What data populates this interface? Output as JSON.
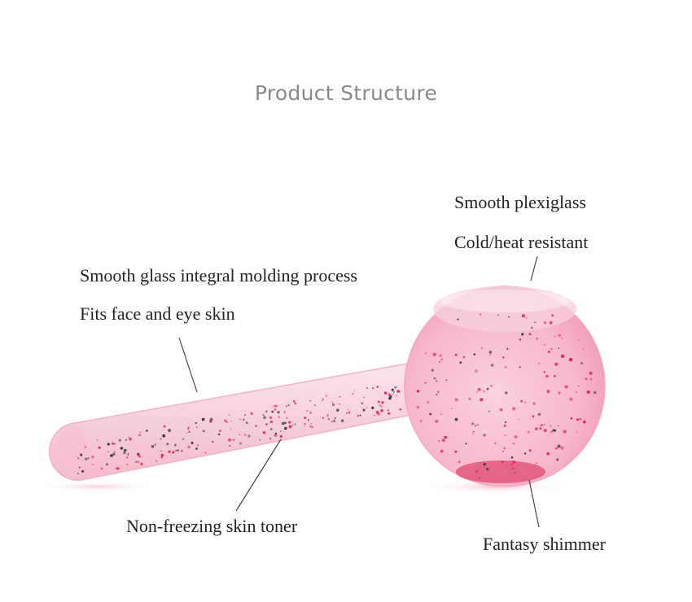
{
  "title": "Product Structure",
  "labels": {
    "smooth_plexiglass": "Smooth plexiglass",
    "cold_heat_resistant": "Cold/heat resistant",
    "smooth_glass": "Smooth glass integral molding process",
    "fits_face": "Fits face and eye skin",
    "non_freezing": "Non-freezing skin toner",
    "fantasy_shimmer": "Fantasy shimmer"
  },
  "colors": {
    "ball_pink": "#f6b7cc",
    "handle_pink": "#f8d3df",
    "glitter": "#d6214f",
    "leader_line": "#444444",
    "title_gray": "#888888"
  }
}
